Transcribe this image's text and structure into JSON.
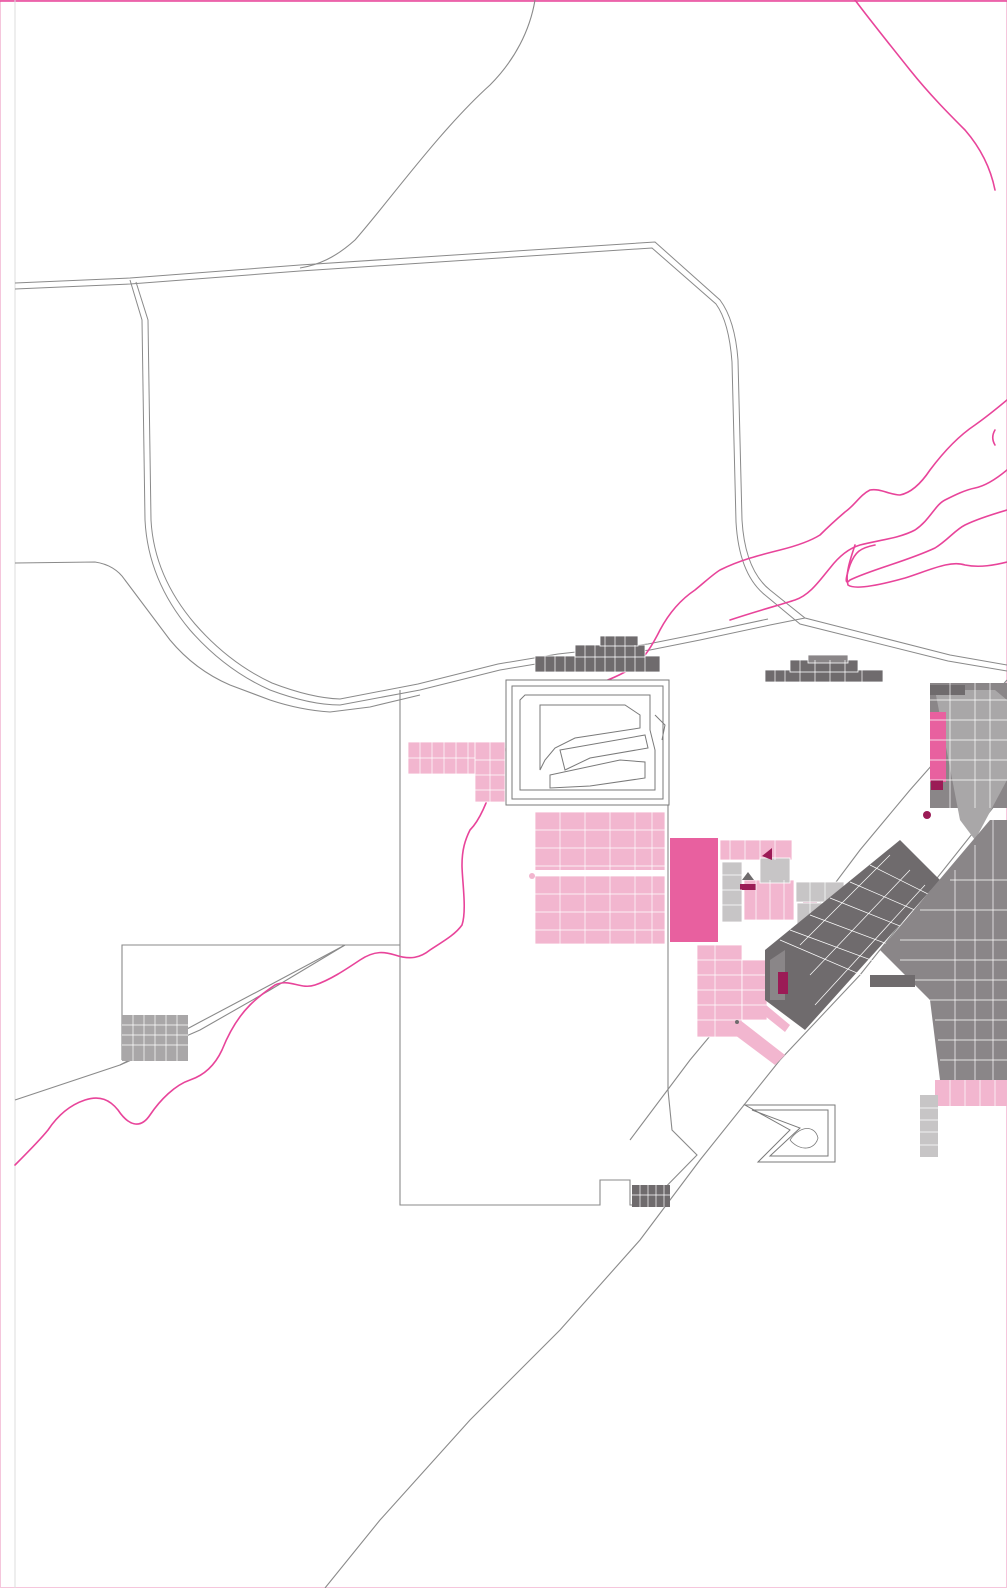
{
  "map": {
    "colors": {
      "background": "#ffffff",
      "road": "#8a8a8a",
      "river": "#e8449a",
      "dark_block": "#6f6b6d",
      "grey_block": "#a9a7a8",
      "light_grey_block": "#c7c5c6",
      "pink_block": "#f2b6cf",
      "magenta_block": "#e8609f",
      "maroon_block": "#9b1b56",
      "frame": "#e8449a"
    },
    "features": [
      "river",
      "road-network",
      "residential-blocks",
      "subdivision-outline",
      "park-outline",
      "boundary-parcel"
    ]
  }
}
